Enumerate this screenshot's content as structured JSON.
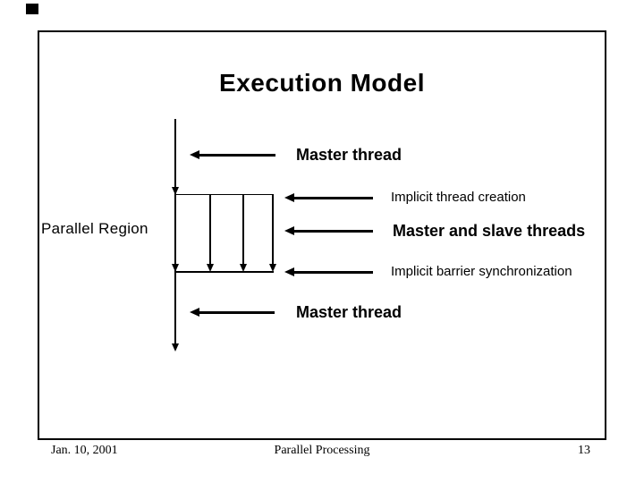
{
  "slide": {
    "title": "Execution Model",
    "diagram": {
      "master_thread_top": "Master thread",
      "implicit_thread_creation": "Implicit thread creation",
      "parallel_region": "Parallel Region",
      "master_and_slave_threads": "Master and slave threads",
      "implicit_barrier_synchronization": "Implicit barrier synchronization",
      "master_thread_bottom": "Master thread"
    }
  },
  "footer": {
    "date": "Jan. 10, 2001",
    "center": "Parallel Processing",
    "page_number": "13"
  },
  "colors": {
    "ink": "#000000",
    "background": "#ffffff"
  }
}
